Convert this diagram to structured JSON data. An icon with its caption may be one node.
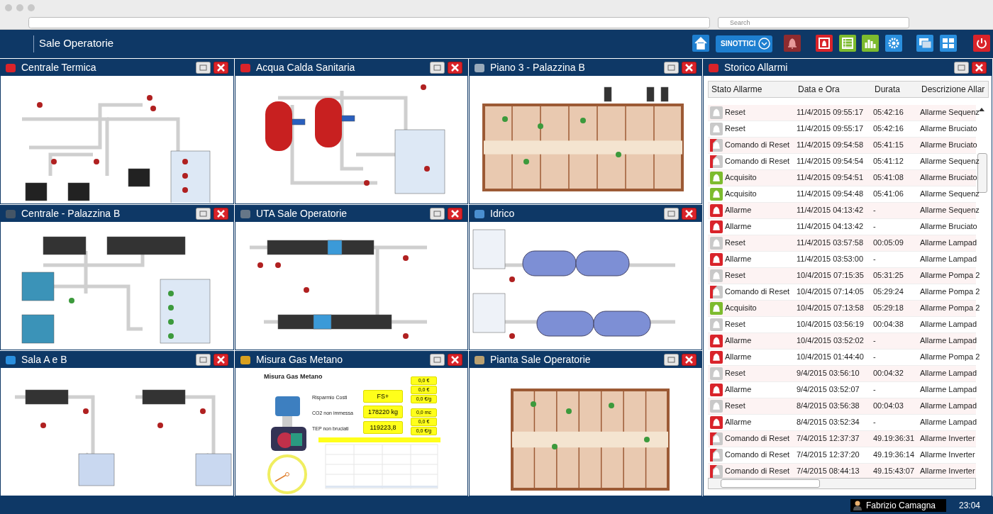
{
  "diagram": {
    "title": "Sale Operatorie",
    "nodes": [
      {
        "text": [
          "Centrale Termica"
        ]
      },
      {
        "text": [
          "Acqua Calda Sanitaria"
        ]
      },
      {
        "text": [
          "Piano 3 - Palazzina B"
        ]
      },
      {
        "text": [
          "Centrale - Palazzina B"
        ]
      },
      {
        "text": [
          "UTA Sale Operatorie"
        ]
      },
      {
        "text": [
          "Idrico"
        ]
      },
      {
        "text": [
          "Sala A e B"
        ]
      },
      {
        "text": [
          "Misura Gas Metano"
        ]
      },
      {
        "text": [
          "Pianta Sale Operatorie"
        ]
      },
      {
        "text": [
          "Storico Allarmi"
        ]
      }
    ],
    "labels": [
      "Search",
      "SINOTTICI",
      "Misura Gas Metano",
      "Risparmio Costi",
      "FS+",
      "CO2 non immessa",
      "178220 kg",
      "TEP non bruciati",
      "119223,8",
      "0,0 €",
      "0,0 €",
      "0,0 €/g",
      "0,0 mc",
      "0,0 €",
      "0,0 €/g",
      "Stato Allarme",
      "Data e Ora",
      "Durata",
      "Descrizione Allar",
      "Reset",
      "11/4/2015 09:55:17",
      "05:42:16",
      "Allarme Sequenz",
      "Reset",
      "11/4/2015 09:55:17",
      "05:42:16",
      "Allarme Bruciato",
      "Comando di Reset",
      "11/4/2015 09:54:58",
      "05:41:15",
      "Allarme Bruciato",
      "Comando di Reset",
      "11/4/2015 09:54:54",
      "05:41:12",
      "Allarme Sequenz",
      "Acquisito",
      "11/4/2015 09:54:51",
      "05:41:08",
      "Allarme Bruciato",
      "Acquisito",
      "11/4/2015 09:54:48",
      "05:41:06",
      "Allarme Sequenz",
      "Allarme",
      "11/4/2015 04:13:42",
      "-",
      "Allarme Sequenz",
      "Allarme",
      "11/4/2015 04:13:42",
      "-",
      "Allarme Bruciato",
      "Reset",
      "11/4/2015 03:57:58",
      "00:05:09",
      "Allarme Lampad",
      "Allarme",
      "11/4/2015 03:53:00",
      "-",
      "Allarme Lampad",
      "Reset",
      "10/4/2015 07:15:35",
      "05:31:25",
      "Allarme Pompa 2",
      "Comando di Reset",
      "10/4/2015 07:14:05",
      "05:29:24",
      "Allarme Pompa 2",
      "Acquisito",
      "10/4/2015 07:13:58",
      "05:29:18",
      "Allarme Pompa 2",
      "Reset",
      "10/4/2015 03:56:19",
      "00:04:38",
      "Allarme Lampad",
      "Allarme",
      "10/4/2015 03:52:02",
      "-",
      "Allarme Lampad",
      "Allarme",
      "10/4/2015 01:44:40",
      "-",
      "Allarme Pompa 2",
      "Reset",
      "9/4/2015 03:56:10",
      "00:04:32",
      "Allarme Lampad",
      "Allarme",
      "9/4/2015 03:52:07",
      "-",
      "Allarme Lampad",
      "Reset",
      "8/4/2015 03:56:38",
      "00:04:03",
      "Allarme Lampad",
      "Allarme",
      "8/4/2015 03:52:34",
      "-",
      "Allarme Lampad",
      "Comando di Reset",
      "7/4/2015 12:37:37",
      "49.19:36:31",
      "Allarme Inverter",
      "Comando di Reset",
      "7/4/2015 12:37:20",
      "49.19:36:14",
      "Allarme Inverter",
      "Comando di Reset",
      "7/4/2015 08:44:13",
      "49.15:43:07",
      "Allarme Inverter",
      "Fabrizio Camagna",
      "23:04"
    ]
  }
}
